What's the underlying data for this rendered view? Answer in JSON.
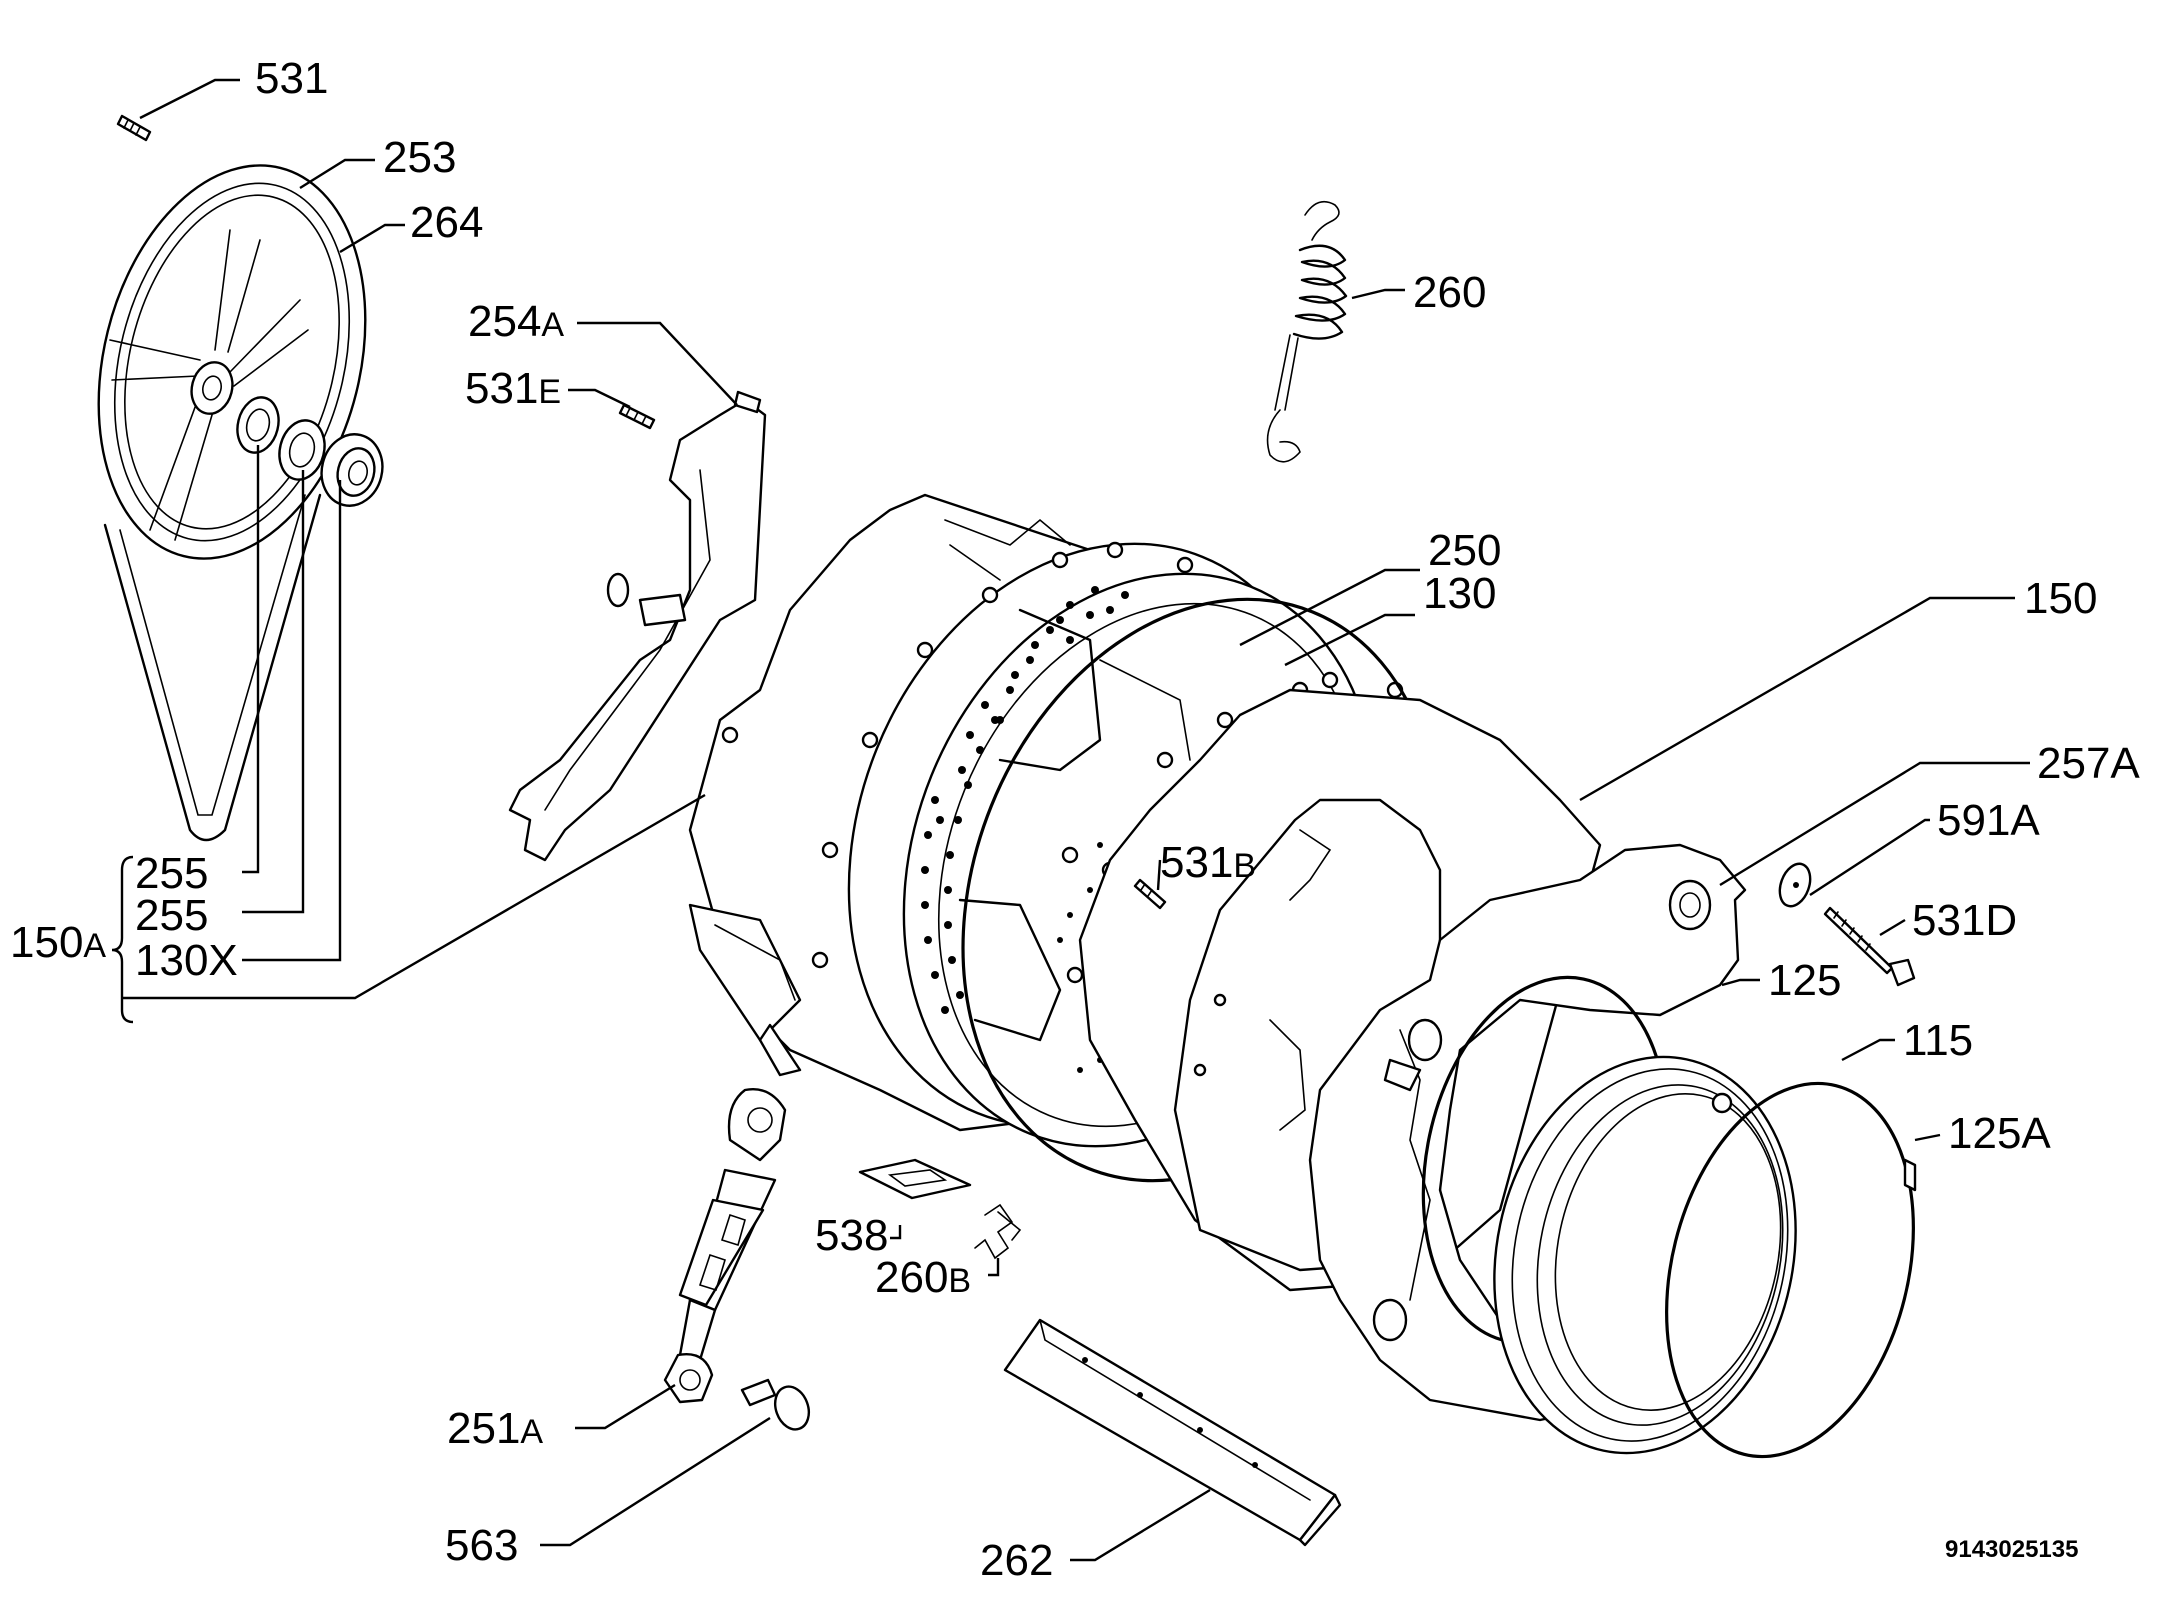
{
  "diagram_code": "9143025135",
  "labels": {
    "p531": "531",
    "p253": "253",
    "p264": "264",
    "p254a": "254",
    "p254a_sfx": "A",
    "p531e": "531",
    "p531e_sfx": "E",
    "p260": "260",
    "p250": "250",
    "p130": "130",
    "p150": "150",
    "p257a": "257A",
    "p591a": "591A",
    "p531b": "531",
    "p531b_sfx": "B",
    "p531d": "531D",
    "p125": "125",
    "p115": "115",
    "p125a": "125A",
    "p255_1": "255",
    "p255_2": "255",
    "p130x": "130X",
    "p150a": "150",
    "p150a_sfx": "A",
    "p538": "538",
    "p260b": "260",
    "p260b_sfx": "B",
    "p251a": "251",
    "p251a_sfx": "A",
    "p563": "563",
    "p262": "262"
  }
}
